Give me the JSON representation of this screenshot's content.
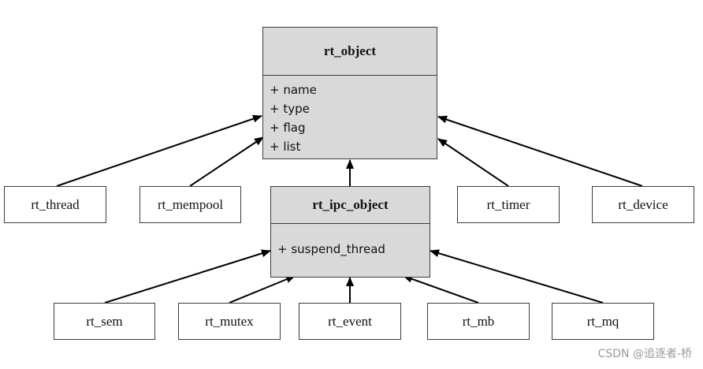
{
  "base_class": {
    "name": "rt_object",
    "attributes": [
      "+ name",
      "+ type",
      "+ flag",
      "+ list"
    ]
  },
  "ipc_class": {
    "name": "rt_ipc_object",
    "attributes": [
      "+ suspend_thread"
    ]
  },
  "level1_children": [
    "rt_thread",
    "rt_mempool",
    "rt_timer",
    "rt_device"
  ],
  "level2_children": [
    "rt_sem",
    "rt_mutex",
    "rt_event",
    "rt_mb",
    "rt_mq"
  ],
  "watermark": "CSDN @追逐者-桥"
}
